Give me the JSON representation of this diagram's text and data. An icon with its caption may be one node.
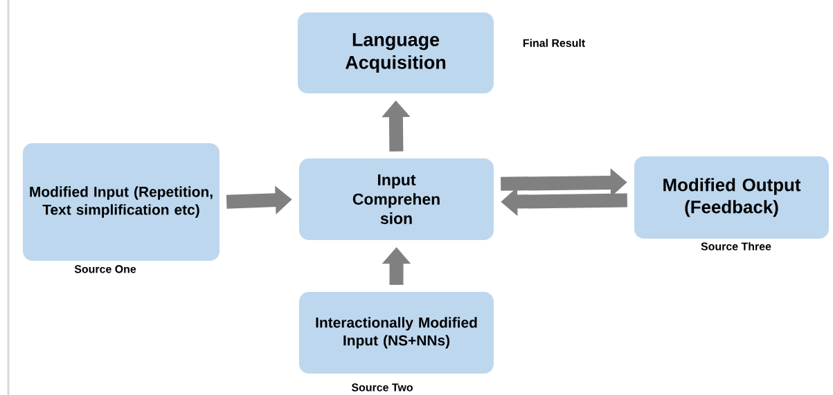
{
  "diagram": {
    "nodes": [
      {
        "text": [
          "Language Acquisition"
        ],
        "beside": [
          "Final Result"
        ]
      },
      {
        "text": [
          "Modified Input (Repetition, Text simplification etc)"
        ],
        "beside": [
          "Source One"
        ]
      },
      {
        "text": [
          "Input Comprehen sion"
        ]
      },
      {
        "text": [
          "Modified Output (Feedback)"
        ],
        "beside": [
          "Source Three"
        ]
      },
      {
        "text": [
          "Interactionally Modified Input (NS+NNs)"
        ],
        "beside": [
          "Source Two"
        ]
      }
    ],
    "edges": [
      {
        "from": 2,
        "to": 0,
        "arrow": "to"
      },
      {
        "from": 1,
        "to": 2,
        "arrow": "to"
      },
      {
        "from": 2,
        "to": 3,
        "arrow": "to"
      },
      {
        "from": 3,
        "to": 2,
        "arrow": "to"
      },
      {
        "from": 4,
        "to": 2,
        "arrow": "to"
      }
    ]
  }
}
